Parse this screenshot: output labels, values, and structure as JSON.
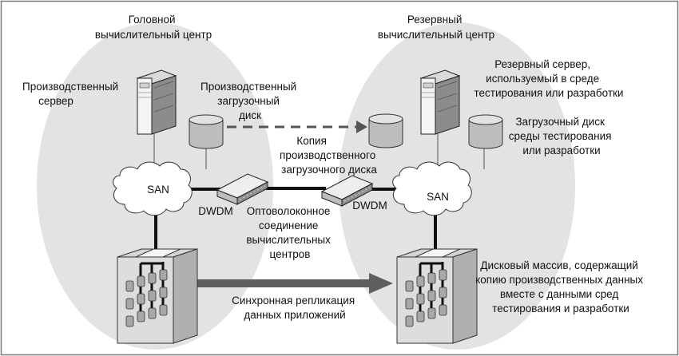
{
  "colors": {
    "site_fill": "#e3e3e3",
    "server_front": "#f4f4f4",
    "server_side": "#8c8c8c",
    "disk_body": "#bdbdbd",
    "disk_top": "#e2e2e2",
    "cloud_fill": "#ffffff",
    "link": "#111111",
    "replication_arrow": "#5e5e5e",
    "frame": "#7a7a7a"
  },
  "labels": {
    "primary_site": [
      "Головной",
      "вычислительный центр"
    ],
    "backup_site": [
      "Резервный",
      "вычислительный центр"
    ],
    "production_server": [
      "Производственный",
      "сервер"
    ],
    "production_boot_disk": [
      "Производственный",
      "загрузочный",
      "диск"
    ],
    "backup_server": [
      "Резервный сервер,",
      "используемый в среде",
      "тестирования или разработки"
    ],
    "test_boot_disk": [
      "Загрузочный диск",
      "среды тестирования",
      "или разработки"
    ],
    "boot_disk_copy": [
      "Копия",
      "производственного",
      "загрузочного диска"
    ],
    "san_left": "SAN",
    "san_right": "SAN",
    "dwdm_left": "DWDM",
    "dwdm_right": "DWDM",
    "fiber_link": [
      "Оптоволоконное",
      "соединение",
      "вычислительных",
      "центров"
    ],
    "sync_replication": [
      "Синхронная репликация",
      "данных приложений"
    ],
    "disk_array": [
      "Дисковый массив, содержащий",
      "копию производственных данных",
      "вместе с данными сред",
      "тестирования и разработки"
    ]
  }
}
